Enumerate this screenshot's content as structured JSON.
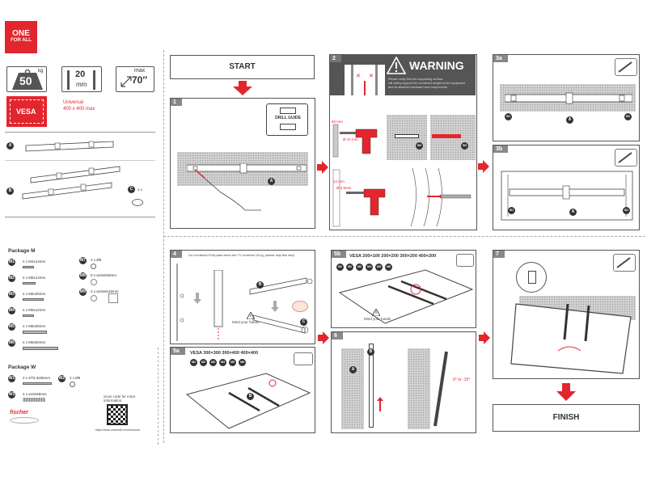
{
  "logo": {
    "line1": "ONE",
    "line2": "FOR ALL"
  },
  "specs": {
    "weight_value": "50",
    "weight_unit": "kg",
    "depth_value": "20",
    "depth_unit": "mm",
    "max_label": "max",
    "size_value": "70″",
    "vesa_label": "VESA",
    "vesa_desc1": "Universal",
    "vesa_desc2": "400 x 400 max"
  },
  "parts": {
    "a": "A",
    "b": "B",
    "c": "C",
    "c_qty": "2 x"
  },
  "start_label": "START",
  "finish_label": "FINISH",
  "warning": {
    "title": "WARNING",
    "text1": "Please verify that the supporting surface",
    "text2": "will safely support the combined weight of the equipment",
    "text3": "and all attached hardware and components."
  },
  "steps": {
    "s1": "1",
    "s2": "2",
    "s3a": "3a",
    "s3b": "3b",
    "s4": "4",
    "s5a": "5a",
    "s5b": "5b",
    "s6": "6",
    "s7": "7"
  },
  "drill_guide": "DRILL GUIDE",
  "drill_labels": {
    "d1": "60 mm",
    "d2": "Ø 10 mm",
    "d3": "12 mm",
    "d4": "Ø 3.5mm"
  },
  "step4_note": "Do not attach EVA pads when the TV exceeds 15 kg, please skip this step.",
  "mind_hands": "Mind your hands",
  "vesa5a": "VESA 300×300 300×400 400×400",
  "vesa5b": "VESA 200×100 200×200 300×200 400×200",
  "tilt_label": "0° or -15°",
  "pkg_m": {
    "title": "Package M",
    "items": [
      {
        "code": "M1",
        "text": "4 x M4x14mm"
      },
      {
        "code": "M2",
        "text": "4 x M6x14mm"
      },
      {
        "code": "M3",
        "text": "4 x M6x30mm"
      },
      {
        "code": "M4",
        "text": "4 x M6x12mm"
      },
      {
        "code": "M5",
        "text": "4 x M8x30mm"
      },
      {
        "code": "M6",
        "text": "4 x M8x50mm"
      }
    ],
    "items_right": [
      {
        "code": "M7",
        "text": "4 x Ø6"
      },
      {
        "code": "M8",
        "text": "8 x ø10x8x5mm"
      },
      {
        "code": "M9",
        "text": "4 x ø10x8x15mm"
      }
    ]
  },
  "pkg_w": {
    "title": "Package W",
    "items": [
      {
        "code": "W1",
        "text": "4 x ST6.3x55mm"
      },
      {
        "code": "W2",
        "text": "2 x Ø6"
      },
      {
        "code": "W3",
        "text": "4 x ø10x55mm"
      }
    ]
  },
  "fischer": "fischer",
  "qr_text": "Scan code for more information",
  "url": "https://www.oneforall.com/tvmounts"
}
